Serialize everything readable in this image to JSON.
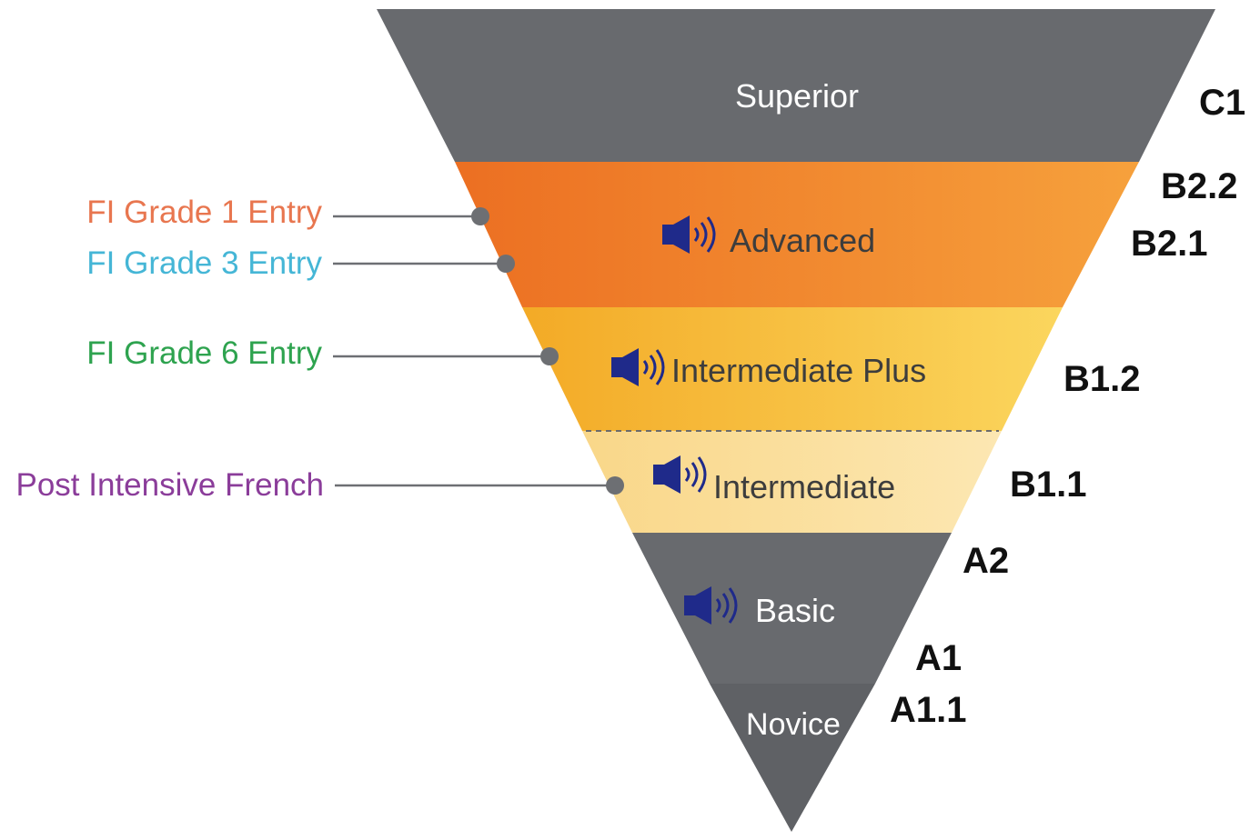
{
  "tiers": [
    {
      "id": "superior",
      "label": "Superior",
      "color": "#686a6e",
      "audio": false
    },
    {
      "id": "advanced",
      "label": "Advanced",
      "color": "#f08a2c",
      "audio": true
    },
    {
      "id": "intermediate_plus",
      "label": "Intermediate Plus",
      "color": "#f9c440",
      "audio": true
    },
    {
      "id": "intermediate",
      "label": "Intermediate",
      "color": "#fbdf95",
      "audio": true
    },
    {
      "id": "basic",
      "label": "Basic",
      "color": "#686a6e",
      "audio": true
    },
    {
      "id": "novice",
      "label": "Novice",
      "color": "#5f6165",
      "audio": false
    }
  ],
  "cefr_levels": [
    "C1",
    "B2.2",
    "B2.1",
    "B1.2",
    "B1.1",
    "A2",
    "A1",
    "A1.1"
  ],
  "entry_points": [
    {
      "label": "FI Grade 1 Entry",
      "color": "#e8764f"
    },
    {
      "label": "FI Grade 3 Entry",
      "color": "#45b6d6"
    },
    {
      "label": "FI Grade 6 Entry",
      "color": "#2ea34f"
    },
    {
      "label": "Post Intensive French",
      "color": "#8b3d9a"
    }
  ],
  "colors": {
    "connector": "#6d6f73",
    "speaker_icon": "#1f2a8a"
  }
}
